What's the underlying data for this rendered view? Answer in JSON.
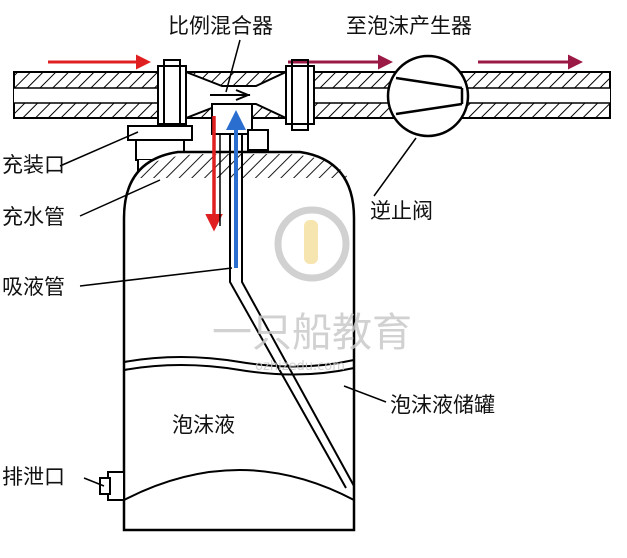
{
  "labels": {
    "mixer": "比例混合器",
    "to_generator": "至泡沫产生器",
    "fill_port": "充装口",
    "water_pipe": "充水管",
    "check_valve": "逆止阀",
    "suction_pipe": "吸液管",
    "foam_tank": "泡沫液储罐",
    "foam_liquid": "泡沫液",
    "drain_port": "排泄口"
  },
  "watermark": {
    "name": "一只船教育",
    "url": "ozhizedu.com"
  },
  "colors": {
    "flow_in": "#e02020",
    "flow_out": "#9b1a45",
    "suction": "#2a6fd0",
    "line": "#000000",
    "watermark": "#c9c9c9",
    "watermark_accent": "#f3d98a"
  }
}
